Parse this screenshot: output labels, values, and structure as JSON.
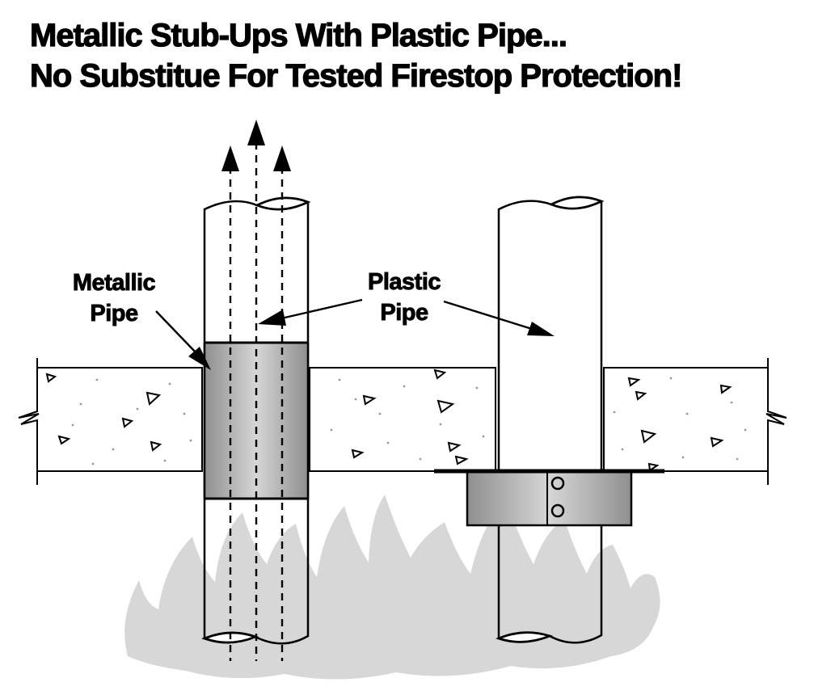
{
  "title": {
    "line1": "Metallic Stub-Ups With Plastic Pipe...",
    "line2": "No Substitue For Tested Firestop Protection!"
  },
  "labels": {
    "metallic_pipe": {
      "line1": "Metallic",
      "line2": "Pipe"
    },
    "plastic_pipe": {
      "line1": "Plastic",
      "line2": "Pipe"
    }
  },
  "colors": {
    "outline": "#000000",
    "background": "#ffffff",
    "flame": "#d7d7d7",
    "metal_dark": "#8f8f8f",
    "metal_light": "#d6d6d6",
    "concrete_dot": "#9a9a9a"
  }
}
